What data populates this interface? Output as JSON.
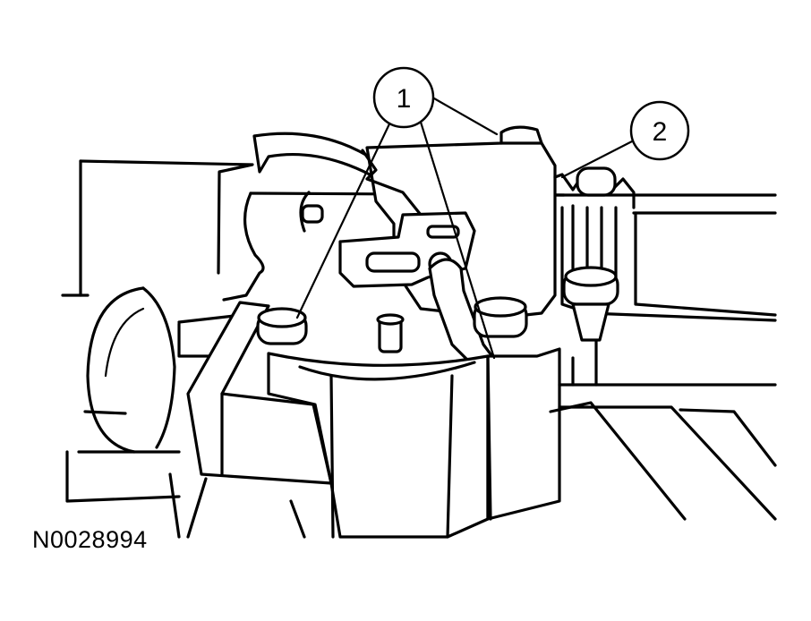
{
  "callouts": [
    {
      "number": "1"
    },
    {
      "number": "2"
    }
  ],
  "figure_code": "N0028994",
  "colors": {
    "ink": "#000000",
    "paper": "#ffffff"
  }
}
